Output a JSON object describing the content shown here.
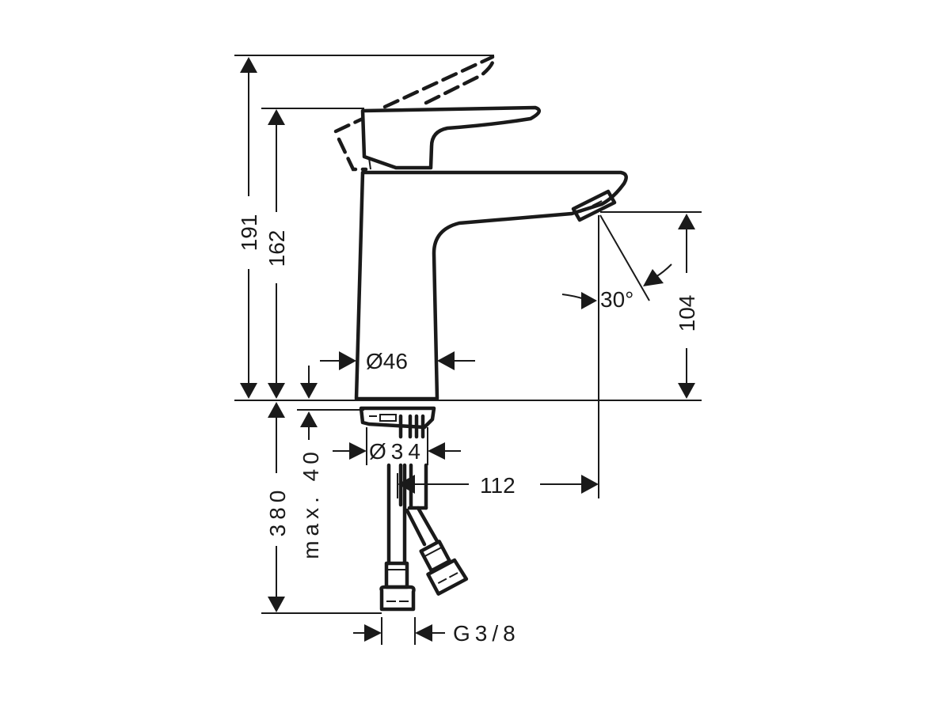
{
  "drawing": {
    "subject": "Single lever basin mixer tap with pull-rod waste outline, side elevation",
    "colors": {
      "line": "#1a1a1a",
      "background": "#ffffff"
    },
    "dimensions": {
      "overall_height_lever_open": "191",
      "height_lever_closed": "162",
      "spout_outlet_height": "104",
      "spray_angle": "30°",
      "body_diameter": "Ø46",
      "thread_diameter": "Ø34",
      "spout_reach": "112",
      "hose_length": "380",
      "max_countertop_thickness": "max. 40",
      "connection_thread": "G3/8"
    }
  }
}
